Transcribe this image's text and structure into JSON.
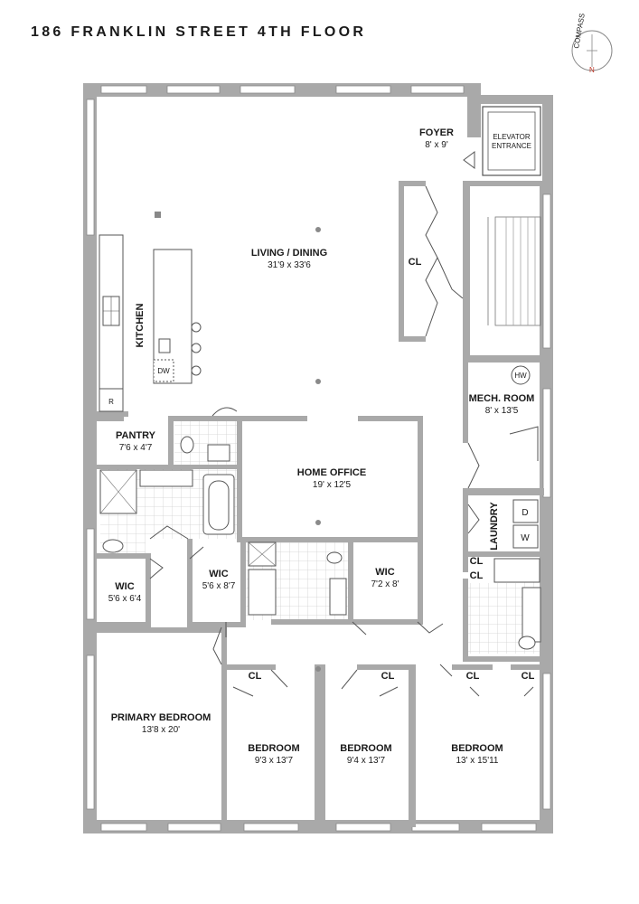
{
  "title": "186 FRANKLIN STREET 4TH FLOOR",
  "compass": {
    "label": "COMPASS",
    "north": "N"
  },
  "rooms": {
    "foyer": {
      "name": "FOYER",
      "dims": "8' x 9'"
    },
    "elevator": {
      "line1": "ELEVATOR",
      "line2": "ENTRANCE"
    },
    "living": {
      "name": "LIVING / DINING",
      "dims": "31'9 x 33'6"
    },
    "kitchen": {
      "name": "KITCHEN"
    },
    "closet_hall": {
      "name": "CL"
    },
    "mech": {
      "name": "MECH. ROOM",
      "dims": "8' x 13'5"
    },
    "hw": {
      "name": "HW"
    },
    "dw": {
      "name": "DW"
    },
    "fridge": {
      "name": "R"
    },
    "pantry": {
      "name": "PANTRY",
      "dims": "7'6 x 4'7"
    },
    "office": {
      "name": "HOME OFFICE",
      "dims": "19' x 12'5"
    },
    "laundry": {
      "name": "LAUNDRY",
      "dryer": "D",
      "washer": "W"
    },
    "wic1": {
      "name": "WIC",
      "dims": "5'6 x 6'4"
    },
    "wic2": {
      "name": "WIC",
      "dims": "5'6 x 8'7"
    },
    "wic3": {
      "name": "WIC",
      "dims": "7'2 x 8'"
    },
    "primary": {
      "name": "PRIMARY BEDROOM",
      "dims": "13'8 x 20'"
    },
    "bed1": {
      "name": "BEDROOM",
      "dims": "9'3 x 13'7"
    },
    "bed2": {
      "name": "BEDROOM",
      "dims": "9'4 x 13'7"
    },
    "bed3": {
      "name": "BEDROOM",
      "dims": "13' x 15'11"
    },
    "cl_laundry1": {
      "name": "CL"
    },
    "cl_laundry2": {
      "name": "CL"
    },
    "cl_bed1": {
      "name": "CL"
    },
    "cl_bed2": {
      "name": "CL"
    },
    "cl_bed3a": {
      "name": "CL"
    },
    "cl_bed3b": {
      "name": "CL"
    }
  }
}
